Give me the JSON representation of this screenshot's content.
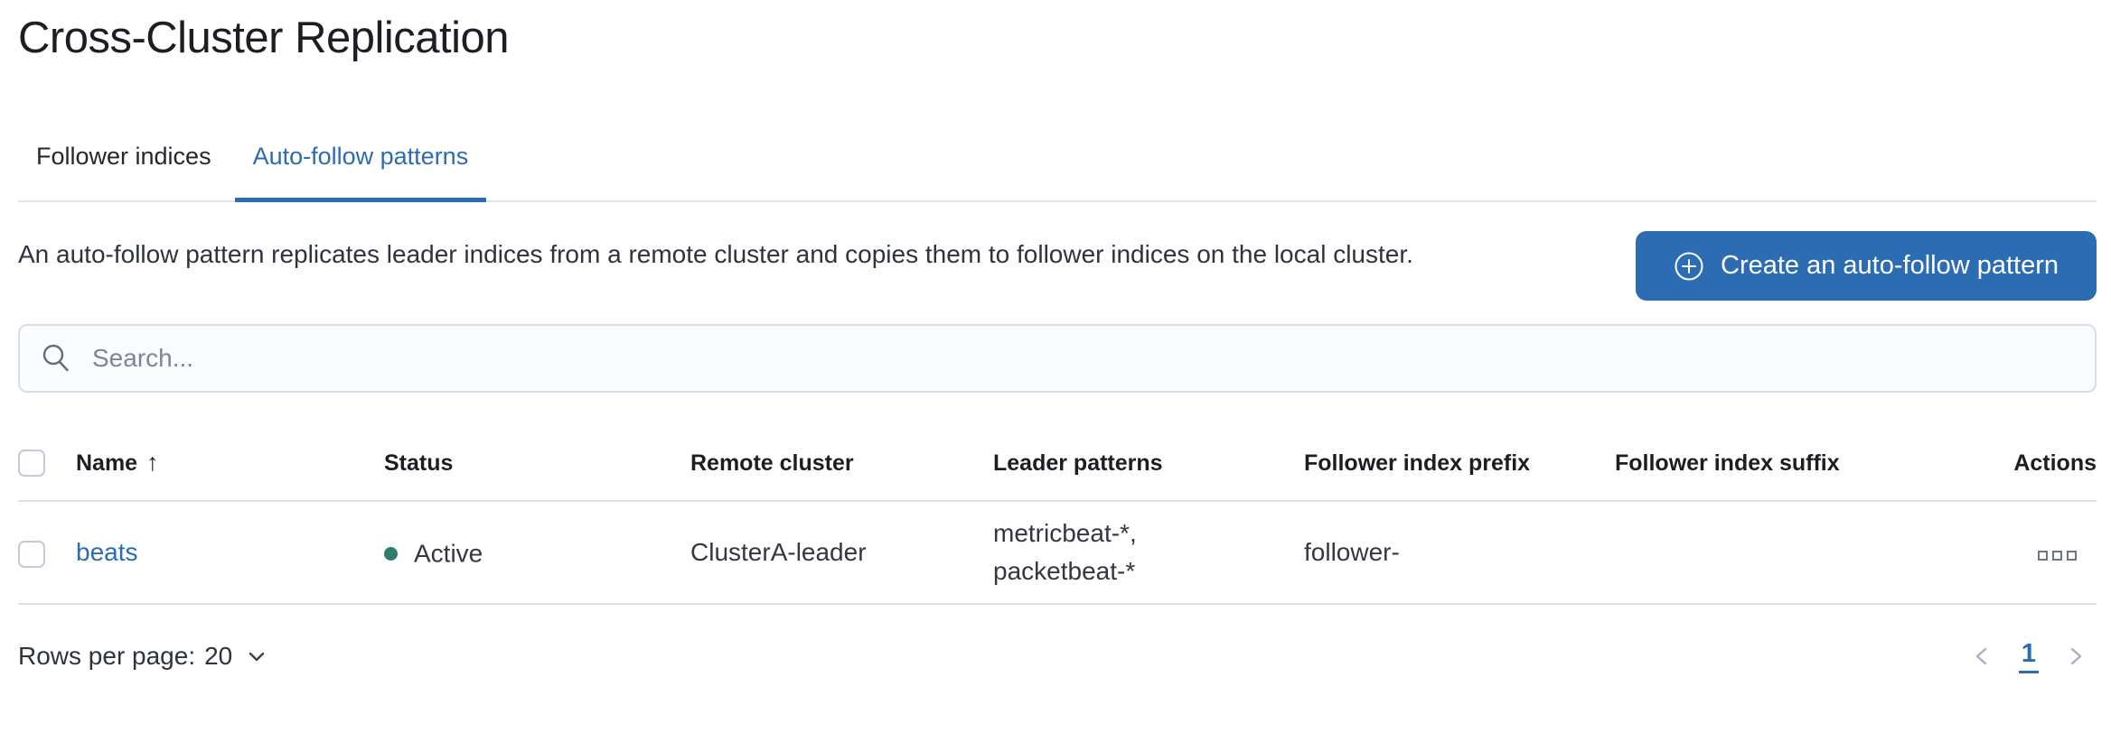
{
  "page": {
    "title": "Cross-Cluster Replication"
  },
  "tabs": [
    {
      "label": "Follower indices",
      "active": false
    },
    {
      "label": "Auto-follow patterns",
      "active": true
    }
  ],
  "description": "An auto-follow pattern replicates leader indices from a remote cluster and copies them to follower indices on the local cluster.",
  "create_button": {
    "label": "Create an auto-follow pattern",
    "icon": "plus-in-circle-icon"
  },
  "search": {
    "placeholder": "Search...",
    "icon": "search-icon"
  },
  "table": {
    "columns": [
      "Name",
      "Status",
      "Remote cluster",
      "Leader patterns",
      "Follower index prefix",
      "Follower index suffix",
      "Actions"
    ],
    "sort": {
      "column": "Name",
      "direction": "ascending"
    },
    "rows": [
      {
        "name": "beats",
        "status": "Active",
        "remote_cluster": "ClusterA-leader",
        "leader_patterns_lines": [
          "metricbeat-*,",
          "packetbeat-*"
        ],
        "follower_index_prefix": "follower-",
        "follower_index_suffix": "",
        "actions_icon": "boxes-horizontal-icon"
      }
    ]
  },
  "footer": {
    "rows_per_page": {
      "label": "Rows per page:",
      "value": "20"
    },
    "pagination": {
      "current_page": "1"
    }
  },
  "colors": {
    "primary_blue": "#2b6cb3",
    "status_active_green": "#2e7d6c",
    "border_gray": "#dde1ec",
    "placeholder_gray": "#7d8597"
  }
}
